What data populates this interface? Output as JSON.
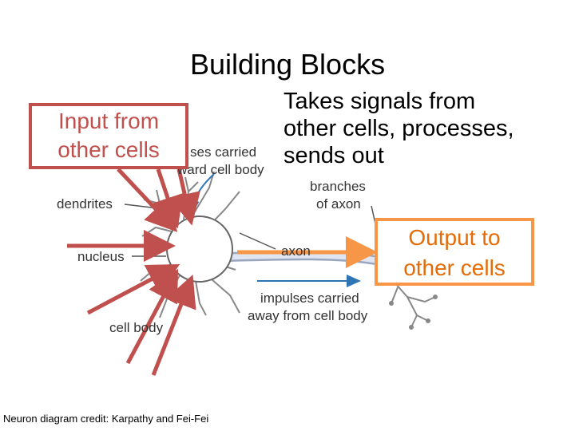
{
  "title": "Building Blocks",
  "description": [
    "Takes signals from",
    "other cells, processes,",
    "sends out"
  ],
  "input_box": [
    "Input from",
    "other cells"
  ],
  "output_box": [
    "Output to",
    "other cells"
  ],
  "credit": "Neuron diagram credit: Karpathy and Fei-Fei",
  "neuron_labels": {
    "impulses_toward": [
      "ses carried",
      "ward cell body"
    ],
    "dendrites": "dendrites",
    "nucleus": "nucleus",
    "cell_body": "cell body",
    "axon": "axon",
    "branches_of_axon": [
      "branches",
      "of axon"
    ],
    "impulses_away": [
      "impulses carried",
      "away from cell body"
    ]
  },
  "colors": {
    "input_accent": "#c0504d",
    "output_accent": "#f79646",
    "output_text": "#e36c09",
    "impulse_arrow": "#2e75b6",
    "neuron_outline": "#666666"
  }
}
